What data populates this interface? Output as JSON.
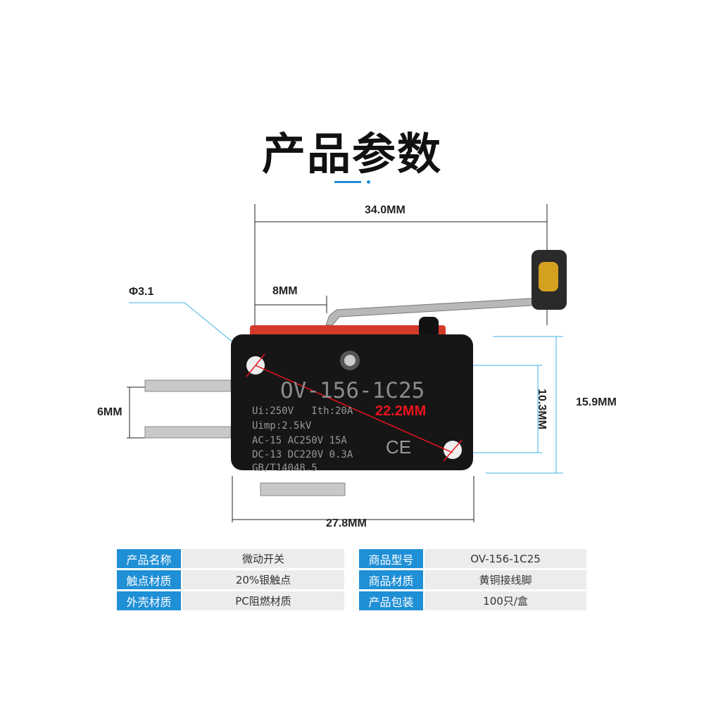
{
  "title": "产品参数",
  "dimensions": {
    "length_overall": "34.0MM",
    "lever_offset": "8MM",
    "hole_diameter": "Φ3.1",
    "terminal_pitch": "6MM",
    "height_overall": "15.9MM",
    "hole_spacing_vertical": "10.3MM",
    "hole_spacing_diagonal": "22.2MM",
    "body_length": "27.8MM"
  },
  "switch_markings": {
    "model": "OV-156-1C25",
    "line1": "Ui:250V   Ith:20A",
    "line2": "Uimp:2.5kV",
    "line3": "AC-15 AC250V 15A",
    "line4": "DC-13 DC220V 0.3A",
    "line5": "GB/T14048.5",
    "ce": "CE"
  },
  "specs": {
    "left": [
      {
        "label": "产品名称",
        "value": "微动开关"
      },
      {
        "label": "触点材质",
        "value": "20%银触点"
      },
      {
        "label": "外壳材质",
        "value": "PC阻燃材质"
      }
    ],
    "right": [
      {
        "label": "商品型号",
        "value": "OV-156-1C25"
      },
      {
        "label": "商品材质",
        "value": "黄铜接线脚"
      },
      {
        "label": "产品包装",
        "value": "100只/盒"
      }
    ]
  },
  "colors": {
    "accent": "#1f8fd6",
    "dimension_red": "#e8141c"
  }
}
